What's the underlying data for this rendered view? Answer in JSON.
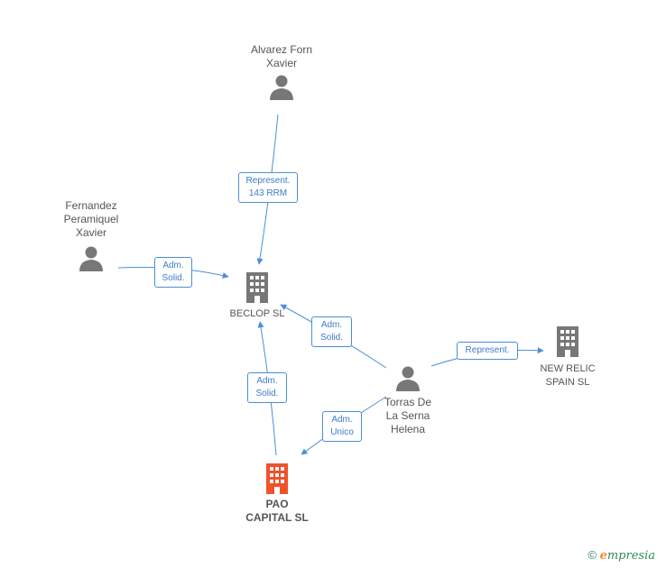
{
  "nodes": {
    "alvarez": {
      "label": "Alvarez Forn\nXavier",
      "icon": "person-icon",
      "color": "#777777"
    },
    "fernandez": {
      "label": "Fernandez\nPeramiquel\nXavier",
      "icon": "person-icon",
      "color": "#777777"
    },
    "beclop": {
      "label": "BECLOP  SL",
      "icon": "building-icon",
      "color": "#777777"
    },
    "torras": {
      "label": "Torras De\nLa Serna\nHelena",
      "icon": "person-icon",
      "color": "#777777"
    },
    "newrelic": {
      "label": "NEW RELIC\nSPAIN  SL",
      "icon": "building-icon",
      "color": "#777777"
    },
    "pao": {
      "label": "PAO\nCAPITAL SL",
      "icon": "building-icon",
      "color": "#f0522a"
    }
  },
  "edges": {
    "alvarez_beclop": "Represent.\n143 RRM",
    "fernandez_beclop": "Adm.\nSolid.",
    "torras_beclop": "Adm.\nSolid.",
    "torras_newrelic": "Represent.",
    "torras_pao": "Adm.\nUnico",
    "pao_beclop": "Adm.\nSolid."
  },
  "footer": {
    "copyright": "©",
    "brand_e": "e",
    "brand_rest": "mpresia"
  },
  "colors": {
    "edge": "#4a8fd9",
    "node_icon": "#777777",
    "focus_icon": "#f0522a"
  }
}
